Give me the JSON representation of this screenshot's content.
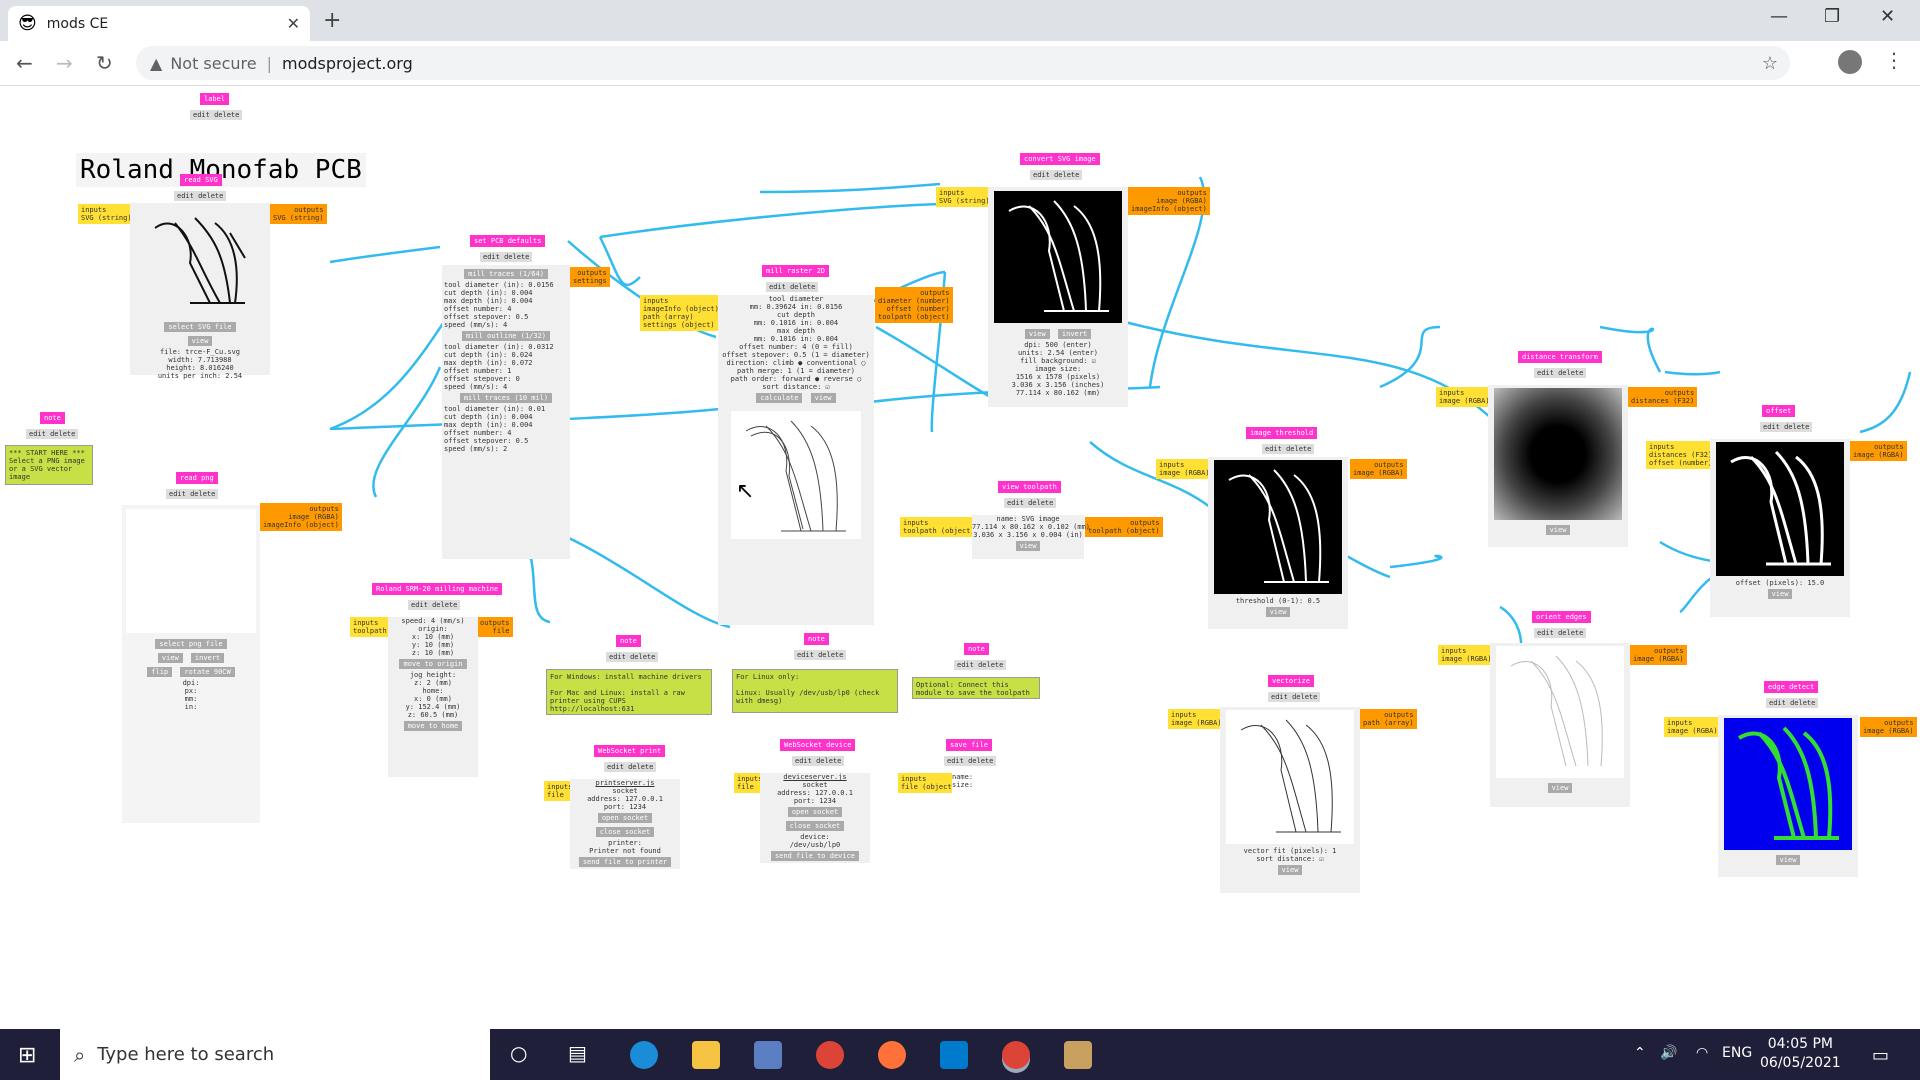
{
  "browser": {
    "tab_title": "mods CE",
    "tab_icon": "sunglasses-emoji-icon",
    "not_secure": "Not secure",
    "url": "modsproject.org"
  },
  "canvas": {
    "label_head": "label",
    "label_text": "Roland Monofab PCB",
    "ed": "edit delete",
    "read_svg": {
      "head": "read SVG",
      "inputs": "inputs\nSVG (string)",
      "outputs": "outputs\nSVG (string)",
      "btn_select": "select SVG file",
      "btn_view": "view",
      "info": [
        "file: trce-F_Cu.svg",
        "width: 7.713988",
        "height: 8.016240",
        "units per inch: 2.54"
      ]
    },
    "note1": {
      "head": "note",
      "text": "*** START HERE ***\nSelect a PNG image or a SVG vector image"
    },
    "read_png": {
      "head": "read png",
      "outputs": "outputs\nimage (RGBA)\nimageInfo (object)",
      "btns": [
        "select png file",
        "view",
        "invert",
        "flip",
        "rotate 90CW"
      ],
      "dpi": "dpi:",
      "info": [
        "px:",
        "mm:",
        "in:"
      ]
    },
    "pcb_defaults": {
      "head": "set PCB defaults",
      "outputs": "outputs\nsettings",
      "traces": "mill traces (1/64)",
      "outline": "mill outline (1/32)",
      "traces10": "mill traces (10 mil)",
      "rows1": [
        [
          "tool diameter (in):",
          "0.0156"
        ],
        [
          "cut depth (in):",
          "0.004"
        ],
        [
          "max depth (in):",
          "0.004"
        ],
        [
          "offset number:",
          "4"
        ],
        [
          "offset stepover:",
          "0.5"
        ],
        [
          "speed (mm/s):",
          "4"
        ]
      ],
      "rows2": [
        [
          "tool diameter (in):",
          "0.0312"
        ],
        [
          "cut depth (in):",
          "0.024"
        ],
        [
          "max depth (in):",
          "0.072"
        ],
        [
          "offset number:",
          "1"
        ],
        [
          "offset stepover:",
          "0"
        ],
        [
          "speed (mm/s):",
          "4"
        ]
      ],
      "rows3": [
        [
          "tool diameter (in):",
          "0.01"
        ],
        [
          "cut depth (in):",
          "0.004"
        ],
        [
          "max depth (in):",
          "0.004"
        ],
        [
          "offset number:",
          "4"
        ],
        [
          "offset stepover:",
          "0.5"
        ],
        [
          "speed (mm/s):",
          "2"
        ]
      ]
    },
    "mill_raster": {
      "head": "mill raster 2D",
      "inputs": "inputs\nimageInfo (object)\npath (array)\nsettings (object)",
      "outputs": "outputs\ndiameter (number)\noffset (number)\ntoolpath (object)",
      "lines": [
        "tool diameter",
        "mm: 0.39624  in: 0.0156",
        "cut depth",
        "mm: 0.1016  in: 0.004",
        "max depth",
        "mm: 0.1016  in: 0.004",
        "offset number: 4      (0 = fill)",
        "offset stepover: 0.5  (1 = diameter)",
        "direction: climb ● conventional ○",
        "path merge: 1        (1 = diameter)",
        "path order: forward ● reverse ○",
        "sort distance: ☑"
      ],
      "btns": [
        "calculate",
        "view"
      ]
    },
    "convert_svg": {
      "head": "convert SVG image",
      "inputs": "inputs\nSVG (string)",
      "outputs": "outputs\nimage (RGBA)\nimageInfo (object)",
      "btns": [
        "view",
        "invert"
      ],
      "lines": [
        "dpi: 500      (enter)",
        "units: 2.54   (enter)",
        "fill background: ☑",
        "image size:",
        "1516 x 1578 (pixels)",
        "3.036 x 3.156 (inches)",
        "77.114 x 80.162 (mm)"
      ]
    },
    "view_toolpath": {
      "head": "view toolpath",
      "inputs": "inputs\ntoolpath (object)",
      "outputs": "outputs\ntoolpath (object)",
      "lines": [
        "name: SVG image",
        "77.114 x 80.162 x 0.102 (mm)",
        "3.036 x 3.156 x 0.004 (in)"
      ],
      "btn": "view"
    },
    "threshold": {
      "head": "image threshold",
      "inputs": "inputs\nimage (RGBA)",
      "outputs": "outputs\nimage (RGBA)",
      "lines": [
        "threshold (0-1): 0.5"
      ],
      "btn": "view"
    },
    "distance": {
      "head": "distance transform",
      "inputs": "inputs\nimage (RGBA)",
      "outputs": "outputs\ndistances (F32)",
      "btn": "view"
    },
    "offset": {
      "head": "offset",
      "inputs": "inputs\ndistances (F32)\noffset (number)",
      "outputs": "outputs\nimage (RGBA)",
      "lines": [
        "offset (pixels): 15.0"
      ],
      "btn": "view"
    },
    "orient": {
      "head": "orient edges",
      "inputs": "inputs\nimage (RGBA)",
      "outputs": "outputs\nimage (RGBA)",
      "btn": "view"
    },
    "vectorize": {
      "head": "vectorize",
      "inputs": "inputs\nimage (RGBA)",
      "outputs": "outputs\npath (array)",
      "lines": [
        "vector fit (pixels): 1",
        "sort distance: ☑"
      ],
      "btn": "view"
    },
    "edge": {
      "head": "edge detect",
      "inputs": "inputs\nimage (RGBA)",
      "outputs": "outputs\nimage (RGBA)",
      "btn": "view"
    },
    "roland": {
      "head": "Roland SRM-20 milling machine",
      "inputs": "inputs\ntoolpath",
      "outputs": "outputs\nfile",
      "lines": [
        "speed: 4     (mm/s)",
        "origin:",
        "x: 10   (mm)",
        "y: 10   (mm)",
        "z: 10   (mm)",
        "jog height:",
        "z: 2    (mm)",
        "home:",
        "x: 0    (mm)",
        "y: 152.4 (mm)",
        "z: 60.5 (mm)"
      ],
      "btns": [
        "move to origin",
        "move to home"
      ]
    },
    "note2": {
      "head": "note",
      "text": "For Windows: install machine drivers\n\nFor Mac and Linux: install a raw printer using CUPS\nhttp://localhost:631"
    },
    "note3": {
      "head": "note",
      "text": "For Linux only:\n\nLinux: Usually /dev/usb/lp0 (check with dmesg)"
    },
    "note4": {
      "head": "note",
      "text": "Optional: Connect this module to save the toolpath"
    },
    "ws_print": {
      "head": "WebSocket print",
      "inputs": "inputs\nfile",
      "lines": [
        "printserver.js",
        "socket",
        "address: 127.0.0.1",
        "port: 1234",
        "printer:",
        "Printer not found"
      ],
      "btns": [
        "open socket",
        "close socket",
        "send file to printer"
      ]
    },
    "ws_device": {
      "head": "WebSocket device",
      "inputs": "inputs\nfile",
      "lines": [
        "deviceserver.js",
        "socket",
        "address: 127.0.0.1",
        "port: 1234",
        "device:",
        "/dev/usb/lp0"
      ],
      "btns": [
        "open socket",
        "close socket",
        "send file to device"
      ]
    },
    "save": {
      "head": "save file",
      "inputs": "inputs\nfile (object)",
      "lines": [
        "name:",
        "size:"
      ]
    }
  },
  "taskbar": {
    "search_placeholder": "Type here to search",
    "lang": "ENG",
    "time": "04:05 PM",
    "date": "06/05/2021"
  },
  "colors": {
    "module_head": "#ff33cc",
    "inputs": "#ffe033",
    "outputs": "#ff9900",
    "wire": "#33bbee",
    "note": "#c7e045",
    "taskbar": "#1f1f3a"
  }
}
